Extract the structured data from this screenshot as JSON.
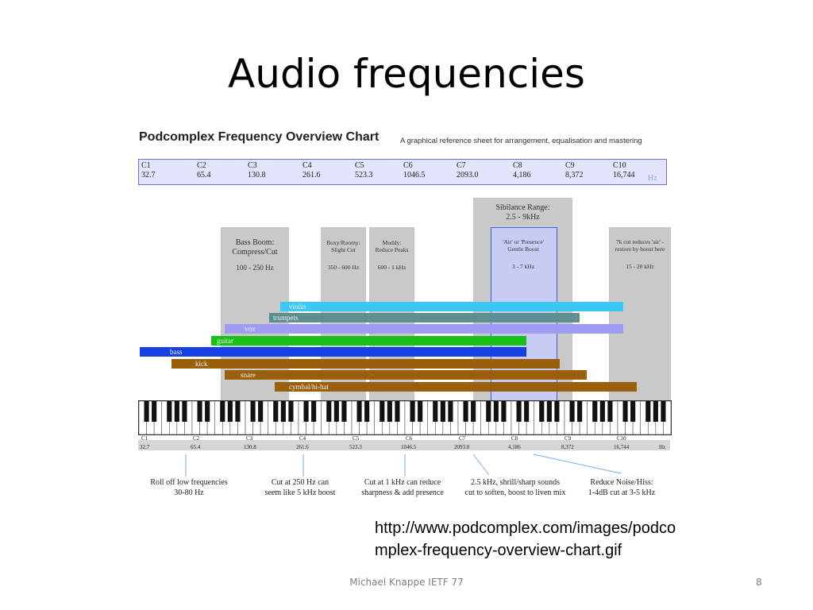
{
  "slide": {
    "title": "Audio frequencies",
    "url_line1": "http://www.podcomplex.com/images/podco",
    "url_line2": "mplex-frequency-overview-chart.gif",
    "footer": "Michael Knappe    IETF 77",
    "page_number": "8"
  },
  "chart": {
    "heading": "Podcomplex Frequency Overview Chart",
    "subheading": "A graphical reference sheet for arrangement, equalisation and mastering",
    "hz_label": "Hz",
    "notes": [
      {
        "name": "C1",
        "freq": "32.7"
      },
      {
        "name": "C2",
        "freq": "65.4"
      },
      {
        "name": "C3",
        "freq": "130.8"
      },
      {
        "name": "C4",
        "freq": "261.6"
      },
      {
        "name": "C5",
        "freq": "523.3"
      },
      {
        "name": "C6",
        "freq": "1046.5"
      },
      {
        "name": "C7",
        "freq": "2093.0"
      },
      {
        "name": "C8",
        "freq": "4,186"
      },
      {
        "name": "C9",
        "freq": "8,372"
      },
      {
        "name": "C10",
        "freq": "16,744"
      }
    ],
    "zones": [
      {
        "title": "Bass Boom:\nCompress/Cut",
        "range": "100 - 250 Hz"
      },
      {
        "title": "Boxy/Roomy:\nSlight Cut",
        "range": "350 - 600 Hz"
      },
      {
        "title": "Muddy:\nReduce Peaks",
        "range": "600 - 1 kHz"
      },
      {
        "title": "Sibilance Range:\n2.5 - 9kHz",
        "range": ""
      },
      {
        "title": "7k cut reduces 'air' -\nrestore by boost here",
        "range": "15 - 20 kHz"
      }
    ],
    "presence": {
      "title": "'Air' or 'Presence'\nGentle Boost",
      "range": "3 - 7 kHz"
    },
    "instruments": [
      {
        "name": "violin",
        "color": "#3cc8f5"
      },
      {
        "name": "trumpets",
        "color": "#5e8e92"
      },
      {
        "name": "vox",
        "color": "#9f9cf2"
      },
      {
        "name": "guitar",
        "color": "#16c216"
      },
      {
        "name": "bass",
        "color": "#1640e6"
      },
      {
        "name": "kick",
        "color": "#9a5f0a"
      },
      {
        "name": "snare",
        "color": "#9a5f0a"
      },
      {
        "name": "cymbal/hi-hat",
        "color": "#9a5f0a"
      }
    ],
    "tips": [
      "Roll off low frequencies\n30-80 Hz",
      "Cut at 250 Hz can\nseem like 5 kHz boost",
      "Cut at 1 kHz can reduce\nsharpness & add presence",
      "2.5 kHz, shrill/sharp sounds\ncut to soften, boost to liven mix",
      "Reduce Noise/Hiss:\n1-4dB cut at 3-5 kHz"
    ],
    "colors": {
      "zone": "#c9c9c9",
      "arrow": "#7aaee8"
    }
  }
}
